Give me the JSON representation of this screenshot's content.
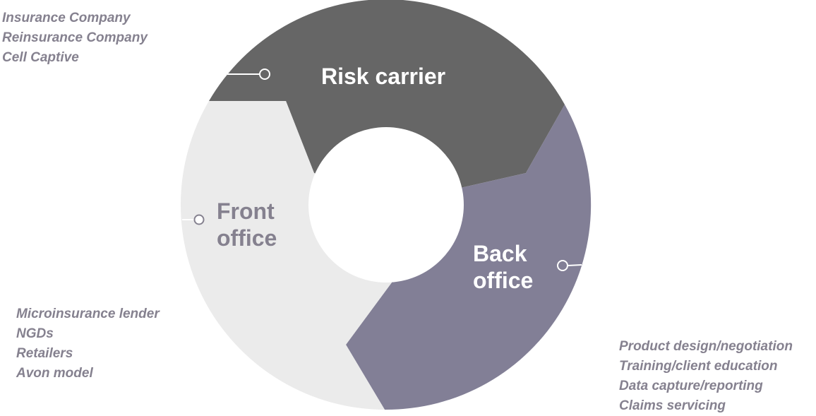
{
  "colors": {
    "risk_carrier": "#666666",
    "back_office": "#827f96",
    "front_office": "#ebebeb",
    "list_text": "#85818f"
  },
  "segments": {
    "risk_carrier": {
      "label": "Risk carrier",
      "items": [
        "Insurance Company",
        "Reinsurance Company",
        "Cell Captive"
      ]
    },
    "front_office": {
      "label_line1": "Front",
      "label_line2": "office",
      "items": [
        "Microinsurance lender",
        "NGDs",
        "Retailers",
        "Avon model"
      ]
    },
    "back_office": {
      "label_line1": "Back",
      "label_line2": "office",
      "items": [
        "Product design/negotiation",
        "Training/client education",
        "Data capture/reporting",
        "Claims servicing"
      ]
    }
  }
}
